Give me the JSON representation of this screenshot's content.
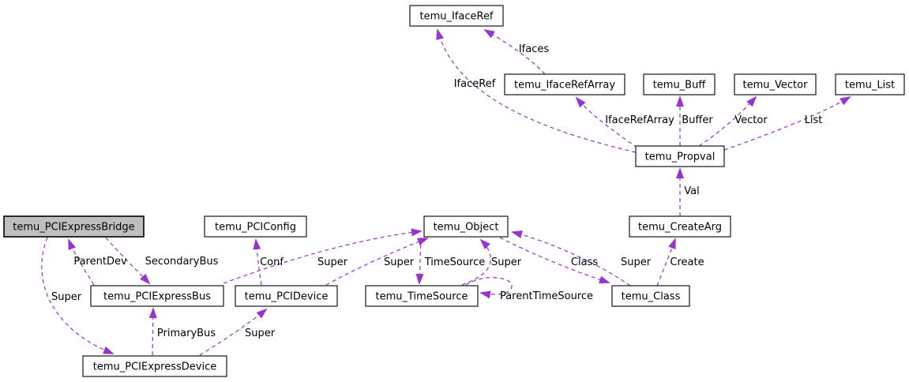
{
  "diagram": {
    "type": "collaboration-graph",
    "highlighted_node": "temu_PCIExpressBridge",
    "colors": {
      "edge": "#9a32cd",
      "node_fill": "#ffffff",
      "node_border": "#000000",
      "highlight_fill": "#bfbfbf",
      "text": "#000000",
      "background": "#ffffff"
    }
  },
  "nodes": [
    {
      "id": "ifaceref",
      "label": "temu_IfaceRef",
      "highlighted": false
    },
    {
      "id": "ifacerefarray",
      "label": "temu_IfaceRefArray",
      "highlighted": false
    },
    {
      "id": "buff",
      "label": "temu_Buff",
      "highlighted": false
    },
    {
      "id": "vector",
      "label": "temu_Vector",
      "highlighted": false
    },
    {
      "id": "list",
      "label": "temu_List",
      "highlighted": false
    },
    {
      "id": "propval",
      "label": "temu_Propval",
      "highlighted": false
    },
    {
      "id": "createarg",
      "label": "temu_CreateArg",
      "highlighted": false
    },
    {
      "id": "pciexpressbridge",
      "label": "temu_PCIExpressBridge",
      "highlighted": true
    },
    {
      "id": "pciconfig",
      "label": "temu_PCIConfig",
      "highlighted": false
    },
    {
      "id": "object",
      "label": "temu_Object",
      "highlighted": false
    },
    {
      "id": "pciexpressbus",
      "label": "temu_PCIExpressBus",
      "highlighted": false
    },
    {
      "id": "pcidevice",
      "label": "temu_PCIDevice",
      "highlighted": false
    },
    {
      "id": "timesource",
      "label": "temu_TimeSource",
      "highlighted": false
    },
    {
      "id": "class",
      "label": "temu_Class",
      "highlighted": false
    },
    {
      "id": "pciexpressdevice",
      "label": "temu_PCIExpressDevice",
      "highlighted": false
    }
  ],
  "edges": [
    {
      "label": "Ifaces",
      "from": "temu_IfaceRefArray",
      "to": "temu_IfaceRef"
    },
    {
      "label": "IfaceRef",
      "from": "temu_Propval",
      "to": "temu_IfaceRef"
    },
    {
      "label": "IfaceRefArray",
      "from": "temu_Propval",
      "to": "temu_IfaceRefArray"
    },
    {
      "label": "Buffer",
      "from": "temu_Propval",
      "to": "temu_Buff"
    },
    {
      "label": "Vector",
      "from": "temu_Propval",
      "to": "temu_Vector"
    },
    {
      "label": "List",
      "from": "temu_Propval",
      "to": "temu_List"
    },
    {
      "label": "Val",
      "from": "temu_CreateArg",
      "to": "temu_Propval"
    },
    {
      "label": "Create",
      "from": "temu_Class",
      "to": "temu_CreateArg"
    },
    {
      "label": "Super",
      "from": "temu_Class",
      "to": "temu_Object"
    },
    {
      "label": "Class",
      "from": "temu_Object",
      "to": "temu_Class"
    },
    {
      "label": "TimeSource",
      "from": "temu_Object",
      "to": "temu_TimeSource"
    },
    {
      "label": "Super",
      "from": "temu_TimeSource",
      "to": "temu_Object"
    },
    {
      "label": "Super",
      "from": "temu_PCIDevice",
      "to": "temu_Object"
    },
    {
      "label": "Super",
      "from": "temu_PCIExpressBus",
      "to": "temu_Object"
    },
    {
      "label": "Conf",
      "from": "temu_PCIDevice",
      "to": "temu_PCIConfig"
    },
    {
      "label": "SecondaryBus",
      "from": "temu_PCIExpressBridge",
      "to": "temu_PCIExpressBus"
    },
    {
      "label": "ParentDev",
      "from": "temu_PCIExpressBus",
      "to": "temu_PCIExpressBridge"
    },
    {
      "label": "Super",
      "from": "temu_PCIExpressBridge",
      "to": "temu_PCIExpressDevice"
    },
    {
      "label": "PrimaryBus",
      "from": "temu_PCIExpressDevice",
      "to": "temu_PCIExpressBus"
    },
    {
      "label": "Super",
      "from": "temu_PCIExpressDevice",
      "to": "temu_PCIDevice"
    },
    {
      "label": "ParentTimeSource",
      "from": "temu_TimeSource",
      "to": "temu_TimeSource"
    }
  ]
}
